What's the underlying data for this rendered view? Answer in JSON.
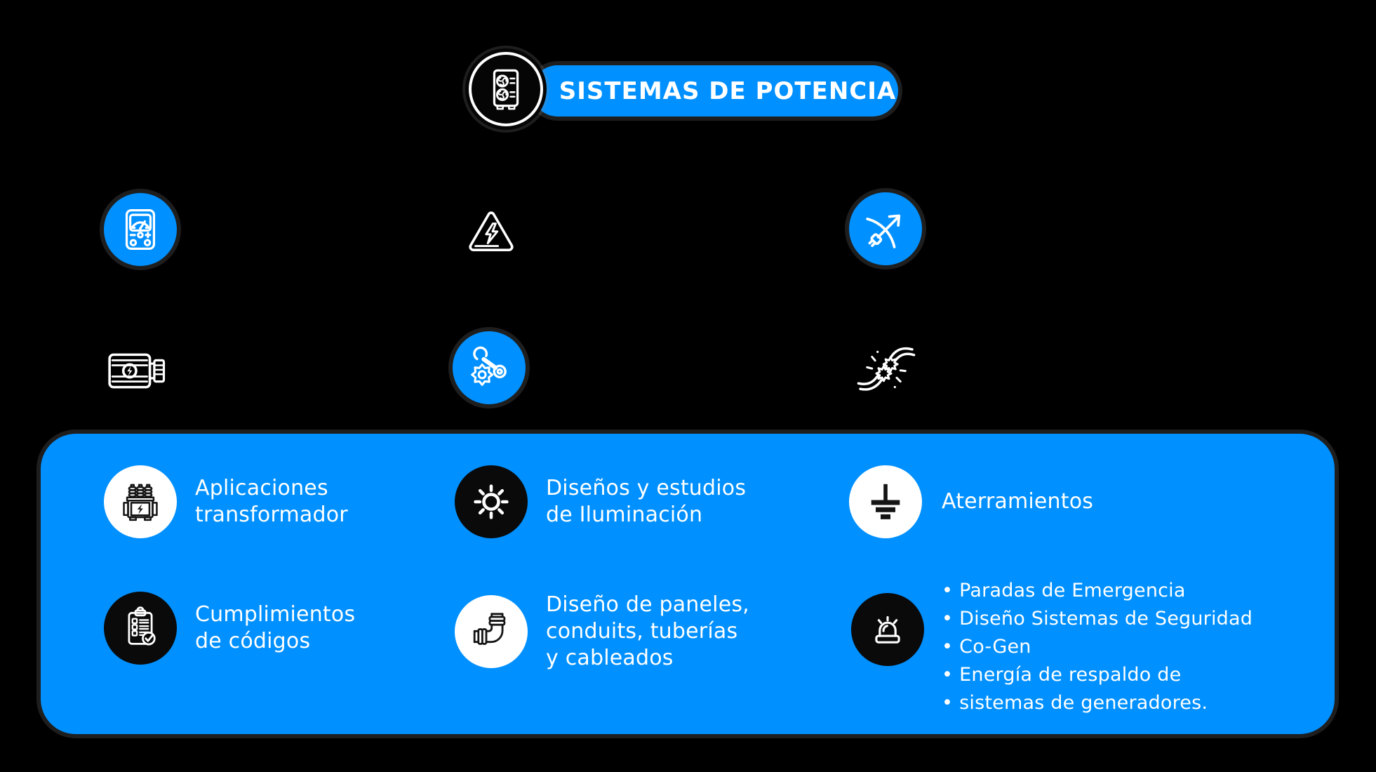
{
  "colors": {
    "background": "#000000",
    "blue": "#0090ff",
    "white": "#ffffff",
    "black": "#0a0a0a"
  },
  "header": {
    "title": "SISTEMAS DE POTENCIA",
    "icon": "hvac-power-unit-icon"
  },
  "feature_icons": {
    "row1": [
      {
        "name": "multimeter-icon",
        "badge": "blue-circle"
      },
      {
        "name": "high-voltage-warning-icon",
        "badge": "none"
      },
      {
        "name": "plug-arrow-icon",
        "badge": "blue-circle"
      }
    ],
    "row2": [
      {
        "name": "electric-motor-icon",
        "badge": "none"
      },
      {
        "name": "wrench-gear-service-icon",
        "badge": "blue-circle"
      },
      {
        "name": "wire-splice-spark-icon",
        "badge": "none"
      }
    ]
  },
  "services": {
    "bullet_char": "•",
    "items": [
      {
        "icon": "transformer-icon",
        "badge": "white-circle",
        "lines": [
          "Aplicaciones",
          "transformador"
        ]
      },
      {
        "icon": "lighting-sun-icon",
        "badge": "black-circle",
        "lines": [
          "Diseños y estudios",
          "de Iluminación"
        ]
      },
      {
        "icon": "grounding-icon",
        "badge": "white-circle",
        "lines": [
          "Aterramientos"
        ]
      },
      {
        "icon": "code-compliance-clipboard-icon",
        "badge": "black-circle",
        "lines": [
          "Cumplimientos",
          "de códigos"
        ]
      },
      {
        "icon": "pipe-conduit-icon",
        "badge": "white-circle",
        "lines": [
          "Diseño de paneles,",
          "conduits, tuberías",
          "y cableados"
        ]
      },
      {
        "icon": "emergency-siren-icon",
        "badge": "black-circle",
        "bullets": [
          "Paradas de Emergencia",
          "Diseño Sistemas de Seguridad",
          "Co-Gen",
          "Energía de respaldo de",
          "sistemas de generadores."
        ]
      }
    ]
  }
}
